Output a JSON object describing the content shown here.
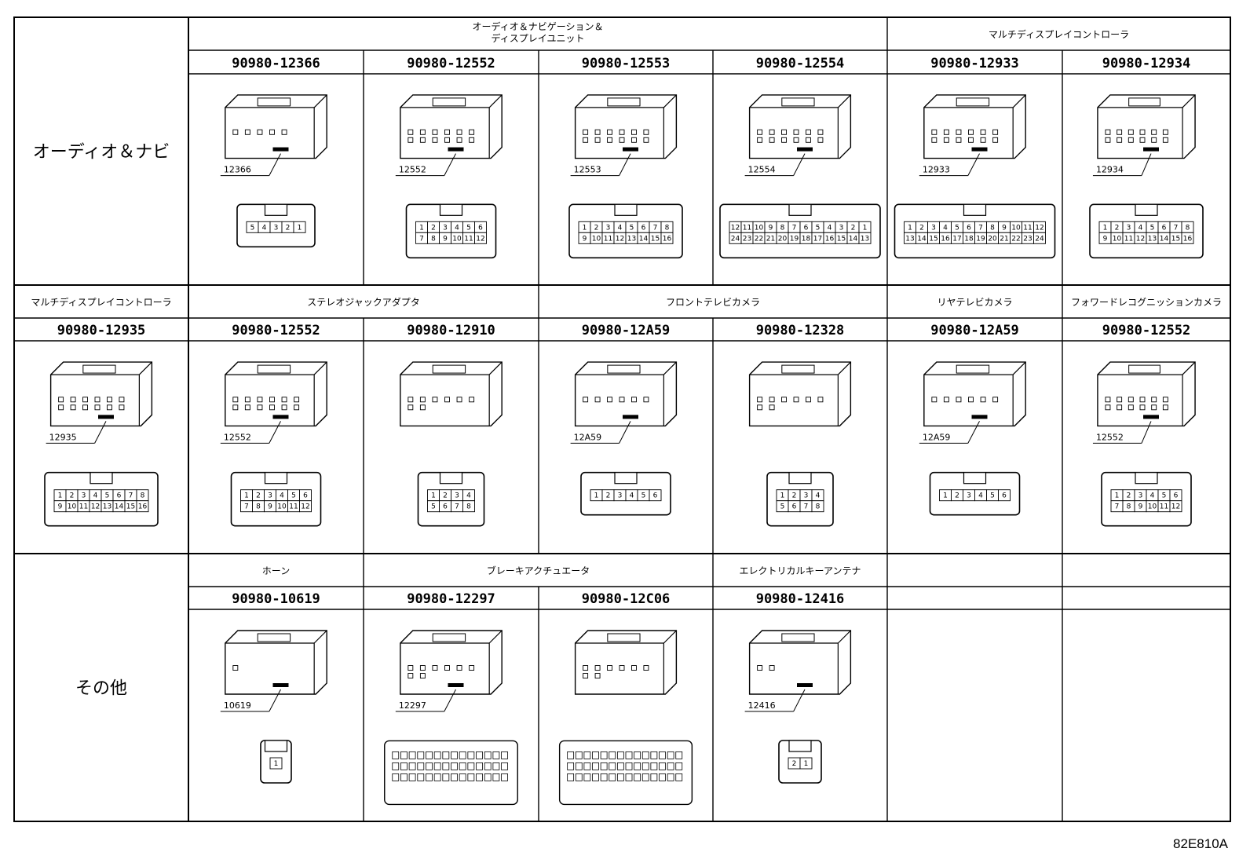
{
  "figure_ref": "82E810A",
  "rows": [
    {
      "label": "オーディオ＆ナビ",
      "categories": [
        {
          "text": "オーディオ＆ナビゲーション＆\nディスプレイユニット",
          "span": 4
        },
        {
          "text": "マルチディスプレイコントローラ",
          "span": 2
        }
      ],
      "connectors": [
        {
          "part": "90980-12366",
          "callout": "12366",
          "pins": [
            "5",
            "4",
            "3",
            "2",
            "1"
          ]
        },
        {
          "part": "90980-12552",
          "callout": "12552",
          "pins": [
            "1",
            "2",
            "3",
            "4",
            "5",
            "6",
            "7",
            "8",
            "9",
            "10",
            "11",
            "12"
          ]
        },
        {
          "part": "90980-12553",
          "callout": "12553",
          "pins": [
            "1",
            "2",
            "3",
            "4",
            "5",
            "6",
            "7",
            "8",
            "9",
            "10",
            "11",
            "12",
            "13",
            "14",
            "15",
            "16"
          ]
        },
        {
          "part": "90980-12554",
          "callout": "12554",
          "pins": [
            "12",
            "11",
            "10",
            "9",
            "8",
            "7",
            "6",
            "5",
            "4",
            "3",
            "2",
            "1",
            "24",
            "23",
            "22",
            "21",
            "20",
            "19",
            "18",
            "17",
            "16",
            "15",
            "14",
            "13"
          ]
        },
        {
          "part": "90980-12933",
          "callout": "12933",
          "pins": [
            "1",
            "2",
            "3",
            "4",
            "5",
            "6",
            "7",
            "8",
            "9",
            "10",
            "11",
            "12",
            "13",
            "14",
            "15",
            "16",
            "17",
            "18",
            "19",
            "20",
            "21",
            "22",
            "23",
            "24"
          ]
        },
        {
          "part": "90980-12934",
          "callout": "12934",
          "pins": [
            "1",
            "2",
            "3",
            "4",
            "5",
            "6",
            "7",
            "8",
            "9",
            "10",
            "11",
            "12",
            "13",
            "14",
            "15",
            "16"
          ]
        }
      ]
    },
    {
      "label": "",
      "categories": [
        {
          "text": "マルチディスプレイコントローラ",
          "span": 1
        },
        {
          "text": "ステレオジャックアダプタ",
          "span": 2
        },
        {
          "text": "フロントテレビカメラ",
          "span": 2
        },
        {
          "text": "リヤテレビカメラ",
          "span": 1
        },
        {
          "text": "フォワードレコグニッションカメラ",
          "span": 1
        }
      ],
      "connectors": [
        {
          "part": "90980-12935",
          "callout": "12935",
          "pins": [
            "1",
            "2",
            "3",
            "4",
            "5",
            "6",
            "7",
            "8",
            "9",
            "10",
            "11",
            "12",
            "13",
            "14",
            "15",
            "16"
          ]
        },
        {
          "part": "90980-12552",
          "callout": "12552",
          "pins": [
            "1",
            "2",
            "3",
            "4",
            "5",
            "6",
            "7",
            "8",
            "9",
            "10",
            "11",
            "12"
          ]
        },
        {
          "part": "90980-12910",
          "callout": "",
          "pins": [
            "1",
            "2",
            "3",
            "4",
            "5",
            "6",
            "7",
            "8"
          ]
        },
        {
          "part": "90980-12A59",
          "callout": "12A59",
          "pins": [
            "1",
            "2",
            "3",
            "4",
            "5",
            "6"
          ]
        },
        {
          "part": "90980-12328",
          "callout": "",
          "pins": [
            "1",
            "2",
            "3",
            "4",
            "5",
            "6",
            "7",
            "8"
          ]
        },
        {
          "part": "90980-12A59",
          "callout": "12A59",
          "pins": [
            "1",
            "2",
            "3",
            "4",
            "5",
            "6"
          ]
        },
        {
          "part": "90980-12552",
          "callout": "12552",
          "pins": [
            "1",
            "2",
            "3",
            "4",
            "5",
            "6",
            "7",
            "8",
            "9",
            "10",
            "11",
            "12"
          ]
        }
      ]
    },
    {
      "label": "その他",
      "categories": [
        {
          "text": "ホーン",
          "span": 1
        },
        {
          "text": "ブレーキアクチュエータ",
          "span": 2
        },
        {
          "text": "エレクトリカルキーアンテナ",
          "span": 1
        },
        {
          "text": "",
          "span": 1
        },
        {
          "text": "",
          "span": 1
        }
      ],
      "connectors": [
        {
          "part": "90980-10619",
          "callout": "10619",
          "pins": [
            "1"
          ]
        },
        {
          "part": "90980-12297",
          "callout": "12297",
          "pins": []
        },
        {
          "part": "90980-12C06",
          "callout": "",
          "pins": []
        },
        {
          "part": "90980-12416",
          "callout": "12416",
          "pins": [
            "2",
            "1"
          ]
        },
        {
          "part": "",
          "callout": "",
          "pins": []
        },
        {
          "part": "",
          "callout": "",
          "pins": []
        }
      ]
    }
  ]
}
